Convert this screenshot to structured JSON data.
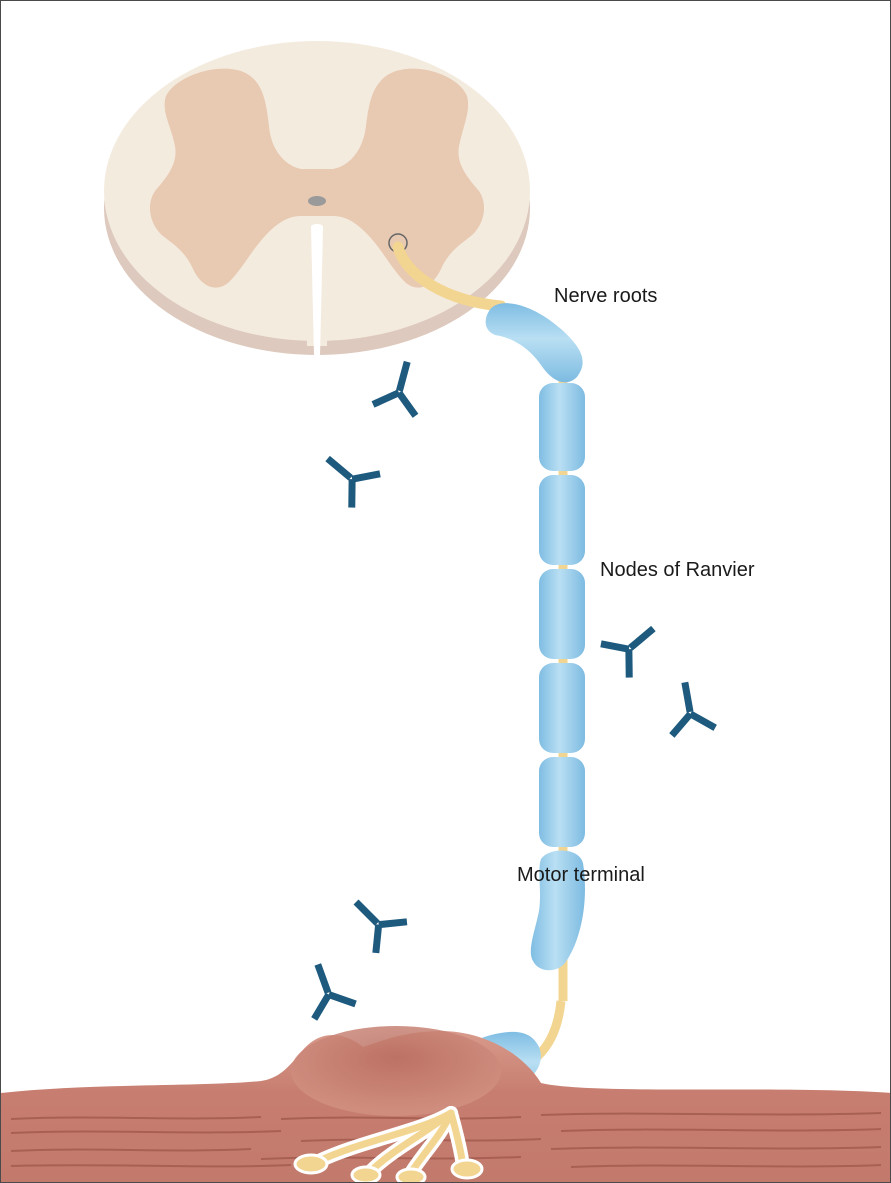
{
  "labels": {
    "nerve_roots": "Nerve roots",
    "nodes_of_ranvier": "Nodes of Ranvier",
    "motor_terminal": "Motor terminal"
  },
  "colors": {
    "spinal_white_matter": "#f4ebdf",
    "spinal_gray_matter": "#e8c9b2",
    "myelin": "#8ec8e8",
    "axon": "#f3d592",
    "antibody": "#1d5a7e",
    "muscle": "#c97e71"
  }
}
